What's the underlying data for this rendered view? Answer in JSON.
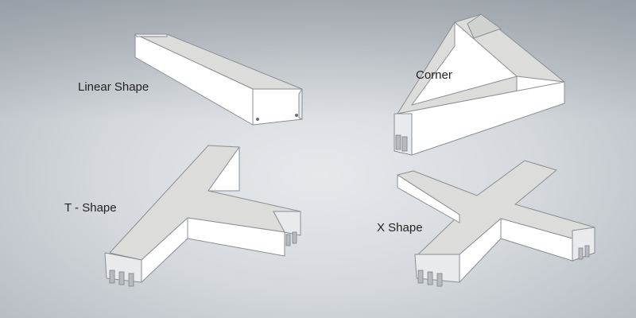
{
  "labels": {
    "linear": "Linear Shape",
    "corner": "Corner",
    "t_shape": "T - Shape",
    "x_shape": "X Shape"
  },
  "colors": {
    "background_center": "#e6e9ec",
    "background_edge": "#aeb5bc",
    "profile_white": "#ffffff",
    "profile_shade": "#e4e6e8",
    "diffuser": "#dcdcda",
    "edge_line": "#8a8f94",
    "label_text": "#222222"
  }
}
